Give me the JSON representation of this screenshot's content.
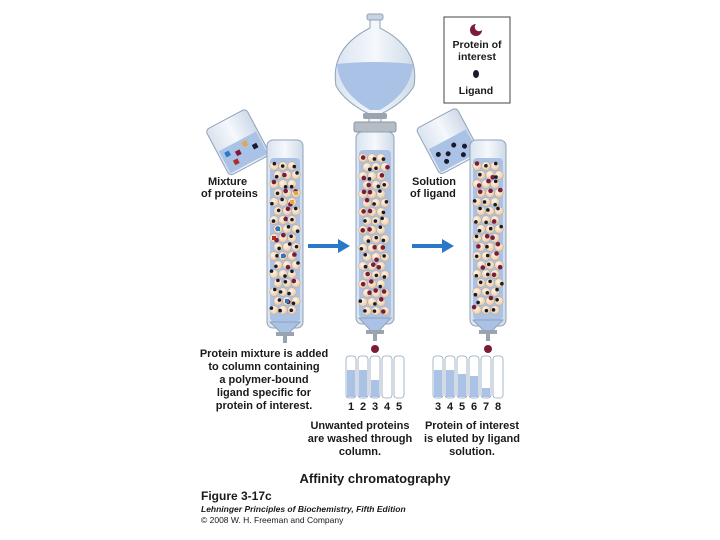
{
  "legend": {
    "protein_label_line1": "Protein of",
    "protein_label_line2": "interest",
    "ligand_label": "Ligand"
  },
  "labels": {
    "mixture_line1": "Mixture",
    "mixture_line2": "of proteins",
    "solution_line1": "Solution",
    "solution_line2": "of ligand"
  },
  "captions": {
    "step1": [
      "Protein mixture is added",
      "to column containing",
      "a polymer-bound",
      "ligand specific for",
      "protein of interest."
    ],
    "step2": [
      "Unwanted proteins",
      "are washed through",
      "column."
    ],
    "step3": [
      "Protein of interest",
      "is eluted by ligand",
      "solution."
    ]
  },
  "fractions": {
    "set1": [
      "1",
      "2",
      "3",
      "4",
      "5"
    ],
    "set2": [
      "3",
      "4",
      "5",
      "6",
      "7",
      "8"
    ]
  },
  "title": "Affinity chromatography",
  "figure": {
    "number": "Figure 3-17c",
    "book": "Lehninger Principles of Biochemistry, Fifth Edition",
    "copyright": "© 2008 W. H. Freeman and Company"
  },
  "colors": {
    "liquid": "#a9c2e6",
    "bead": "#f4dcc0",
    "protein": "#7a1b3a",
    "ligand": "#1a1a2e",
    "arrow": "#2a78c8"
  }
}
